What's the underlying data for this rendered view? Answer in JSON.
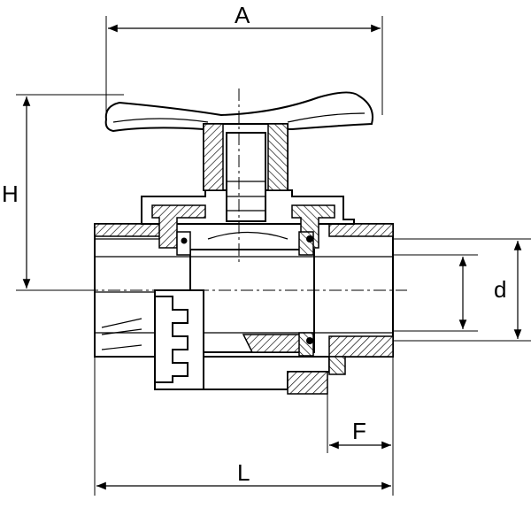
{
  "diagram": {
    "labels": {
      "A": "A",
      "H": "H",
      "d": "d",
      "F": "F",
      "L": "L"
    },
    "colors": {
      "line": "#000000",
      "hatch": "#000000",
      "background": "#ffffff",
      "part_fill": "#f2f2f2"
    }
  }
}
